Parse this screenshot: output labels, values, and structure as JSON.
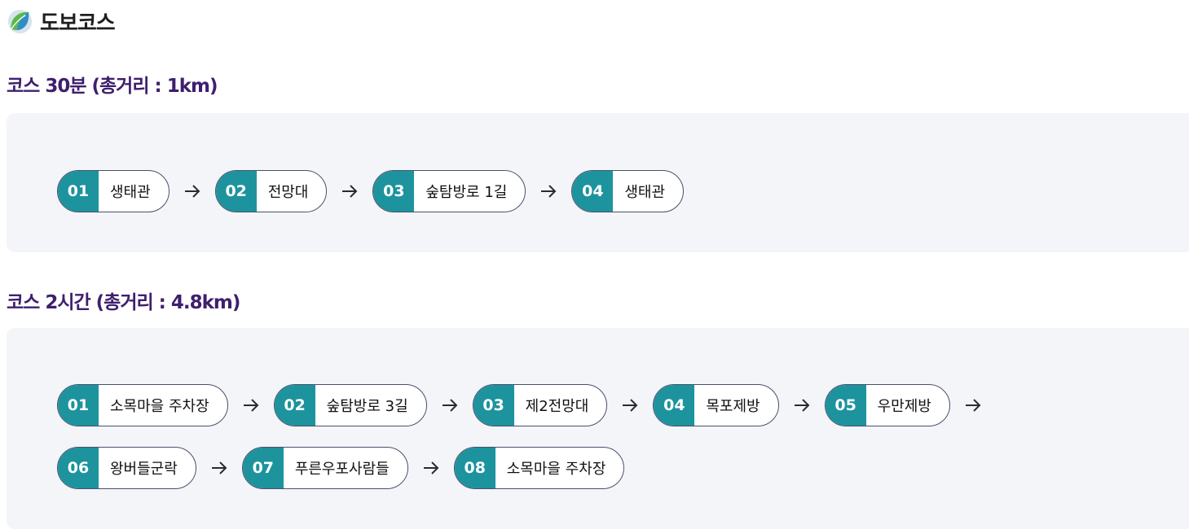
{
  "header": {
    "title": "도보코스",
    "logo_icon": "leaf-logo-icon"
  },
  "courses": [
    {
      "title": "코스 30분 (총거리 : 1km)",
      "stops": [
        {
          "num": "01",
          "name": "생태관"
        },
        {
          "num": "02",
          "name": "전망대"
        },
        {
          "num": "03",
          "name": "숲탐방로 1길"
        },
        {
          "num": "04",
          "name": "생태관"
        }
      ]
    },
    {
      "title": "코스 2시간 (총거리 : 4.8km)",
      "stops": [
        {
          "num": "01",
          "name": "소목마을 주차장"
        },
        {
          "num": "02",
          "name": "숲탐방로 3길"
        },
        {
          "num": "03",
          "name": "제2전망대"
        },
        {
          "num": "04",
          "name": "목포제방"
        },
        {
          "num": "05",
          "name": "우만제방"
        },
        {
          "num": "06",
          "name": "왕버들군락"
        },
        {
          "num": "07",
          "name": "푸른우포사람들"
        },
        {
          "num": "08",
          "name": "소목마을 주차장"
        }
      ]
    }
  ],
  "colors": {
    "accent": "#1d939e",
    "title": "#3e1f6e",
    "box_bg": "#f4f5f9"
  }
}
